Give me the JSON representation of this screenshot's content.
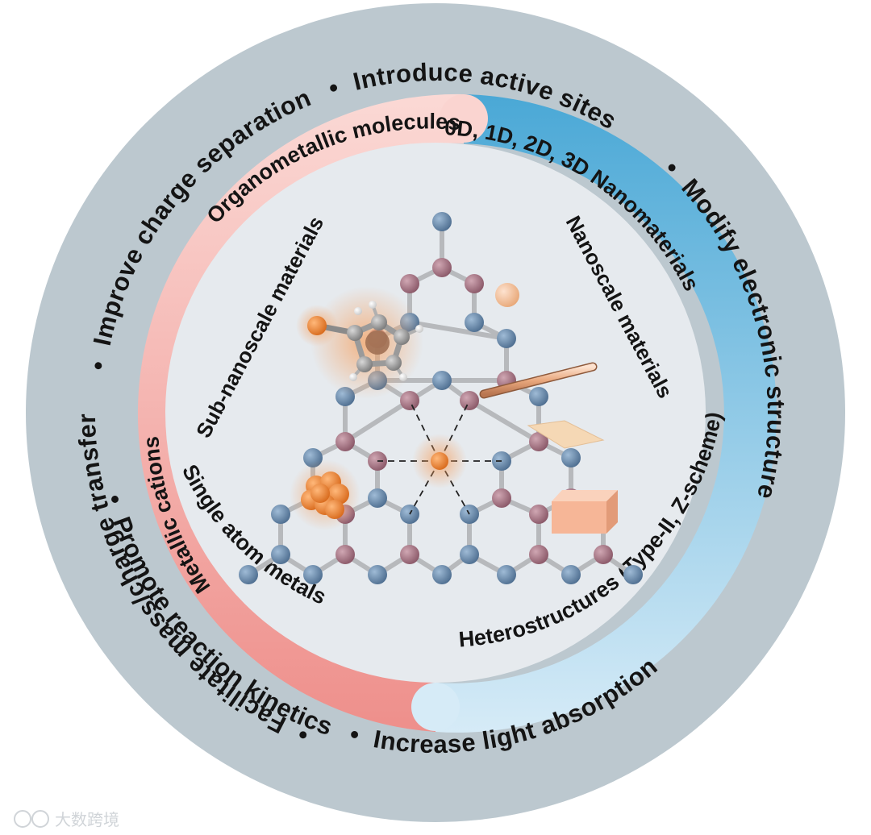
{
  "outer_ring": {
    "bullet": "•",
    "benefits": [
      "Improve charge separation",
      "Introduce active sites",
      "Modify electronic structure",
      "Increase light absorption",
      "Promote reaction kinetics",
      "Facilitate mass/charge transfer"
    ]
  },
  "middle_ring": {
    "sub_nanoscale": [
      "Organometallic molecules",
      "Metallic cations",
      "Single atom metals"
    ],
    "nanoscale": [
      "0D, 1D, 2D, 3D Nanomaterials",
      "Heterostructures (Type-II, Z-scheme)"
    ]
  },
  "inner_labels": {
    "left": "Sub-nanoscale materials",
    "right": "Nanoscale materials"
  },
  "watermark": "大数跨境",
  "colors": {
    "outer_ring": "#bcc8cf",
    "inner_disc": "#e6eaee",
    "sub_nanoscale_band": "#f4a5a2",
    "nanoscale_band": "#56b0d8",
    "lattice_node_blue": "#6889aa",
    "lattice_node_mauve": "#a87a88",
    "metal_orange": "#ec8a38"
  }
}
